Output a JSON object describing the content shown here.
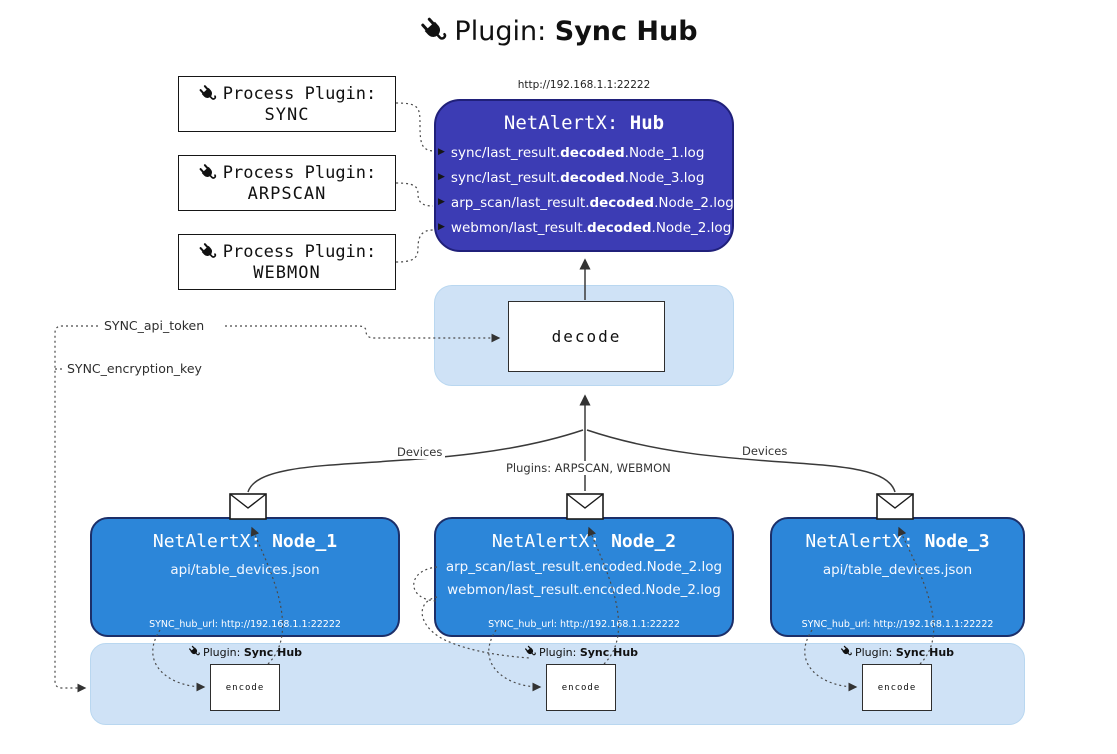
{
  "title": {
    "label": "Plugin: ",
    "bold": "Sync Hub"
  },
  "process_plugins": {
    "items": [
      {
        "label": "Process Plugin:",
        "name": "SYNC"
      },
      {
        "label": "Process Plugin:",
        "name": "ARPSCAN"
      },
      {
        "label": "Process Plugin:",
        "name": "WEBMON"
      }
    ]
  },
  "hub": {
    "url": "http://192.168.1.1:22222",
    "name_prefix": "NetAlertX: ",
    "name_bold": "Hub",
    "lines": [
      {
        "pre": "sync/last_result.",
        "bold": "decoded",
        "post": ".Node_1.log"
      },
      {
        "pre": "sync/last_result.",
        "bold": "decoded",
        "post": ".Node_3.log"
      },
      {
        "pre": "arp_scan/last_result.",
        "bold": "decoded",
        "post": ".Node_2.log"
      },
      {
        "pre": "webmon/last_result.",
        "bold": "decoded",
        "post": ".Node_2.log"
      }
    ]
  },
  "decode": {
    "label": "decode"
  },
  "keys": {
    "api_token": "SYNC_api_token",
    "encryption_key": "SYNC_encryption_key"
  },
  "edges": {
    "left": "Devices",
    "center": "Plugins: ARPSCAN, WEBMON",
    "right": "Devices"
  },
  "nodes": [
    {
      "name_prefix": "NetAlertX: ",
      "name_bold": "Node_1",
      "lines": [
        "api/table_devices.json"
      ],
      "footer": "SYNC_hub_url: http://192.168.1.1:22222"
    },
    {
      "name_prefix": "NetAlertX: ",
      "name_bold": "Node_2",
      "lines": [
        "arp_scan/last_result.encoded.Node_2.log",
        "webmon/last_result.encoded.Node_2.log"
      ],
      "footer": "SYNC_hub_url: http://192.168.1.1:22222"
    },
    {
      "name_prefix": "NetAlertX: ",
      "name_bold": "Node_3",
      "lines": [
        "api/table_devices.json"
      ],
      "footer": "SYNC_hub_url: http://192.168.1.1:22222"
    }
  ],
  "encode": {
    "plugin_label": "Plugin: ",
    "plugin_bold": "Sync Hub",
    "box_label": "encode"
  },
  "colors": {
    "hub_fill": "#3c3cb4",
    "node_fill": "#2c86d9",
    "panel_fill": "#cfe2f6",
    "accent_border": "#1c2f69"
  }
}
